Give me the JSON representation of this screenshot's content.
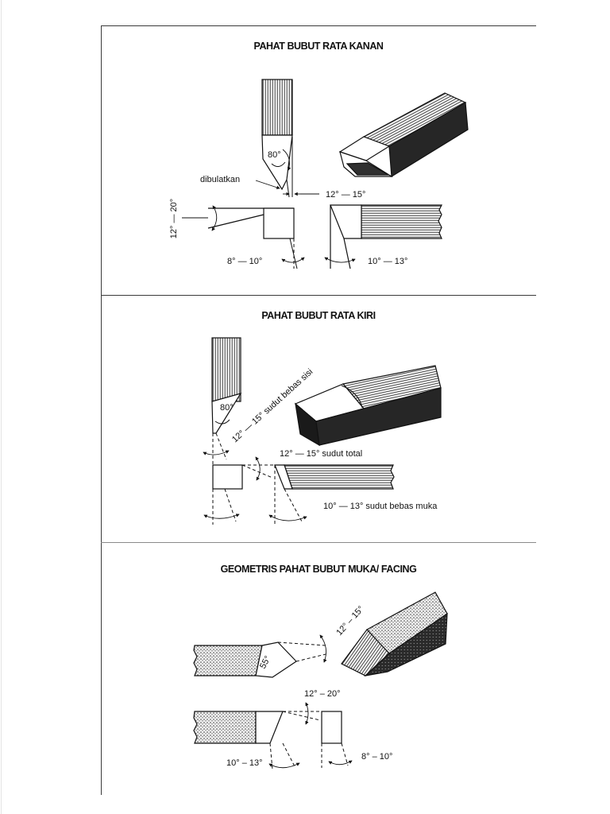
{
  "sections": [
    {
      "title": "PAHAT BUBUT RATA KANAN",
      "labels": {
        "tip_angle": "80°",
        "rounded": "dibulatkan",
        "side_clearance": "12° — 15°",
        "rake": "12° — 20°",
        "end_clearance": "8° — 10°",
        "front_clearance": "10° — 13°"
      }
    },
    {
      "title": "PAHAT BUBUT RATA KIRI",
      "labels": {
        "tip_angle": "80°",
        "side_clearance": "12° — 15° sudut bebas sisi",
        "total_angle": "12° — 15° sudut total",
        "front_clearance": "10° — 13° sudut bebas muka"
      }
    },
    {
      "title": "GEOMETRIS PAHAT BUBUT MUKA/ FACING",
      "labels": {
        "tip_angle": "55°",
        "side_clearance": "12° – 15°",
        "rake": "12° – 20°",
        "front_clearance": "10° – 13°",
        "end_clearance": "8° – 10°"
      }
    }
  ]
}
